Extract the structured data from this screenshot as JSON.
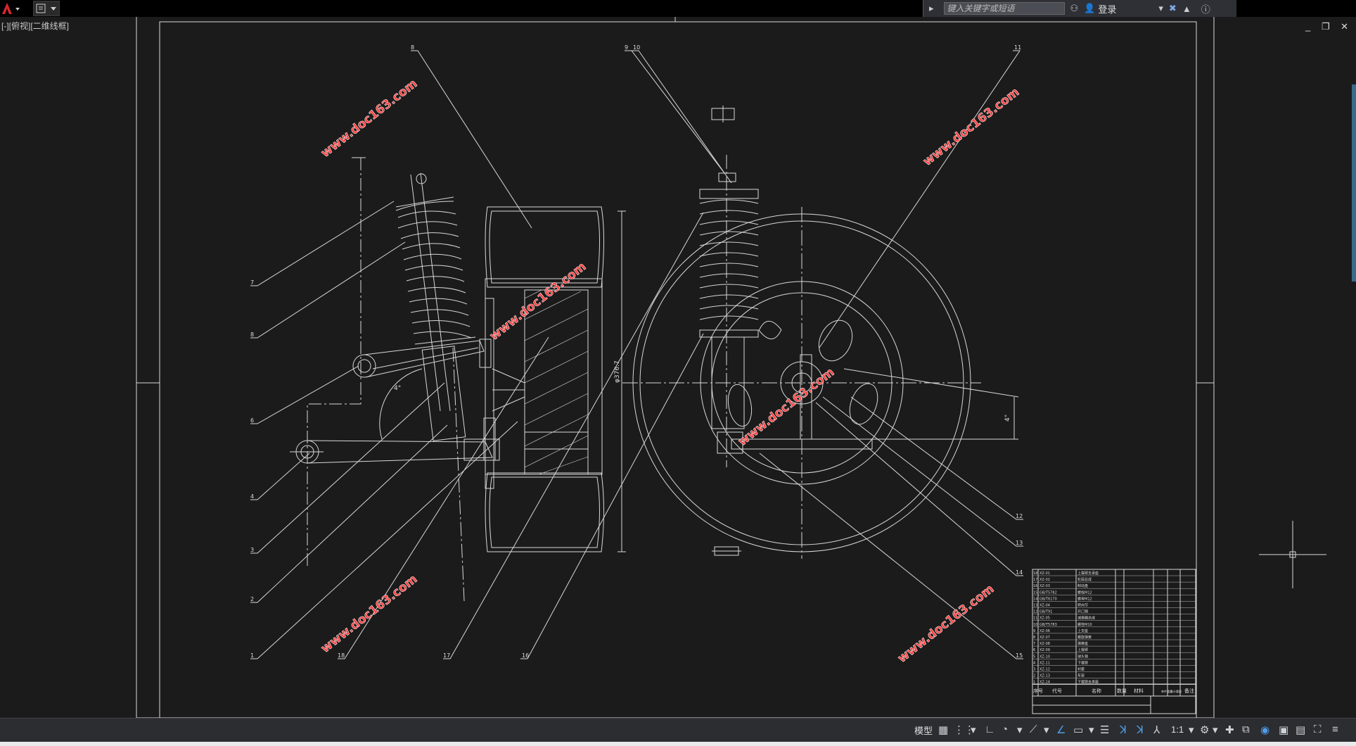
{
  "titlebar": {
    "search_placeholder": "键入关键字或短语",
    "login_label": "登录",
    "app_icon": "autocad-a-icon",
    "quick_icon": "quick-access-icon",
    "binoculars_icon": "binoculars-icon",
    "user_icon": "user-icon",
    "exchange_icon": "exchange-x-icon",
    "a360_icon": "a360-icon",
    "help_icon": "help-icon"
  },
  "viewport": {
    "view_label": "[-][俯视][二维线框]",
    "window_controls": "_ ❐ ✕"
  },
  "drawing": {
    "watermark": "www.doc163.com",
    "balloons_left": [
      "7",
      "8",
      "6",
      "4",
      "3",
      "2",
      "1"
    ],
    "balloons_top": [
      "8",
      "9",
      "10",
      "11"
    ],
    "balloons_right": [
      "12",
      "13",
      "14",
      "15"
    ],
    "balloons_bottom": [
      "18",
      "17",
      "16"
    ],
    "dimension_diameter": "φ376.7",
    "dimension_angle": "4°",
    "bom_headers": [
      "序号",
      "代号",
      "名称",
      "数量",
      "材料",
      "单件重量",
      "总计重量",
      "备注"
    ],
    "bom_rows": [
      [
        "18",
        "XZ-01",
        "上摆臂支承座"
      ],
      [
        "17",
        "XZ-02",
        "轮毂总成"
      ],
      [
        "16",
        "XZ-03",
        "制动盘"
      ],
      [
        "15",
        "GB/T5782",
        "螺栓M12"
      ],
      [
        "14",
        "GB/T6170",
        "螺母M12"
      ],
      [
        "13",
        "XZ-04",
        "转向节"
      ],
      [
        "12",
        "GB/T91",
        "开口销"
      ],
      [
        "11",
        "XZ-05",
        "减振器总成"
      ],
      [
        "10",
        "GB/T5783",
        "螺栓M10"
      ],
      [
        "9",
        "XZ-06",
        "上支座"
      ],
      [
        "8",
        "XZ-07",
        "螺旋弹簧"
      ],
      [
        "7",
        "XZ-08",
        "弹簧座"
      ],
      [
        "6",
        "XZ-09",
        "上摆臂"
      ],
      [
        "5",
        "XZ-10",
        "球头销"
      ],
      [
        "4",
        "XZ-11",
        "下摆臂"
      ],
      [
        "3",
        "XZ-12",
        "衬套"
      ],
      [
        "2",
        "XZ-13",
        "车架"
      ],
      [
        "1",
        "XZ-14",
        "下摆臂支承座"
      ]
    ]
  },
  "statusbar": {
    "model_label": "模型",
    "scale_label": "1:1",
    "icons": [
      "grid-icon",
      "snap-icon",
      "ortho-icon",
      "polar-icon",
      "osnap-icon",
      "otrack-icon",
      "lineweight-icon",
      "transparency-icon",
      "annotation-visibility-icon",
      "auto-scale-icon",
      "annotation-scale-icon",
      "workspace-gear-icon",
      "plus-icon",
      "isolate-icon",
      "hardware-accel-icon",
      "clean-screen-icon",
      "customize-icon"
    ]
  }
}
